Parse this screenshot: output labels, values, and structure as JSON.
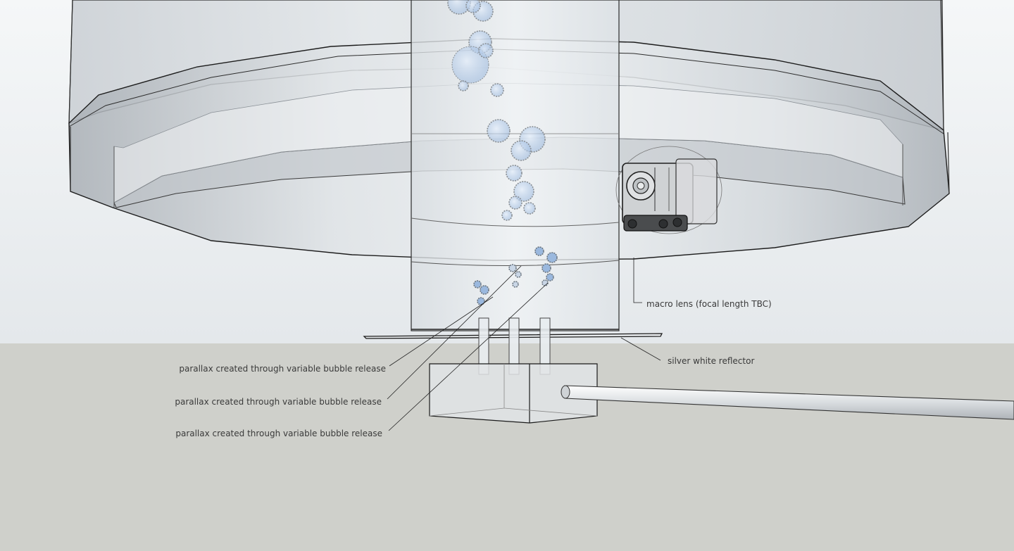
{
  "annotations": {
    "macro_lens": "macro lens (focal length TBC)",
    "reflector": "silver white reflector",
    "parallax_1": "parallax created through variable bubble release",
    "parallax_2": "parallax created through variable bubble release",
    "parallax_3": "parallax created through variable bubble release"
  },
  "colors": {
    "sky_top": "#f4f6f7",
    "sky_bottom": "#e6eaed",
    "ground": "#cfd0cb",
    "glass": "#e9eef2",
    "bubble": "#9ab8de",
    "edge": "#1c1c1c"
  }
}
